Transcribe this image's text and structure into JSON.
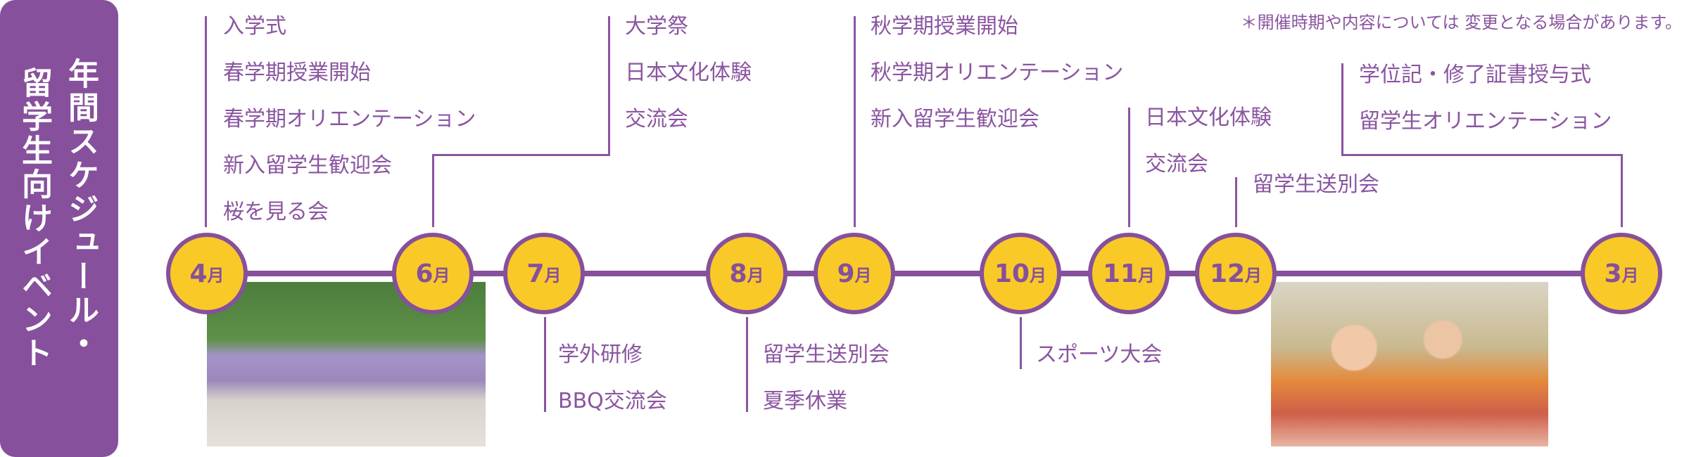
{
  "title": {
    "line1": "年間スケジュール・",
    "line2": "留学生向けイベント"
  },
  "note": "＊開催時期や内容については 変更となる場合があります。",
  "months": [
    {
      "label": "4",
      "unit": "月",
      "events": [
        "入学式",
        "春学期授業開始",
        "春学期オリエンテーション",
        "新入留学生歓迎会",
        "桜を見る会"
      ]
    },
    {
      "label": "6",
      "unit": "月",
      "events": [
        "大学祭",
        "日本文化体験",
        "交流会"
      ]
    },
    {
      "label": "7",
      "unit": "月",
      "events": [
        "学外研修",
        "BBQ交流会"
      ]
    },
    {
      "label": "8",
      "unit": "月",
      "events": [
        "留学生送別会",
        "夏季休業"
      ]
    },
    {
      "label": "9",
      "unit": "月",
      "events": [
        "秋学期授業開始",
        "秋学期オリエンテーション",
        "新入留学生歓迎会"
      ]
    },
    {
      "label": "10",
      "unit": "月",
      "events": [
        "スポーツ大会"
      ]
    },
    {
      "label": "11",
      "unit": "月",
      "events": [
        "日本文化体験",
        "交流会"
      ]
    },
    {
      "label": "12",
      "unit": "月",
      "events": [
        "留学生送別会"
      ]
    },
    {
      "label": "3",
      "unit": "月",
      "events": [
        "学位記・修了証書授与式",
        "留学生オリエンテーション"
      ]
    }
  ],
  "colors": {
    "purple": "#86509c",
    "yellow": "#f9c928"
  }
}
